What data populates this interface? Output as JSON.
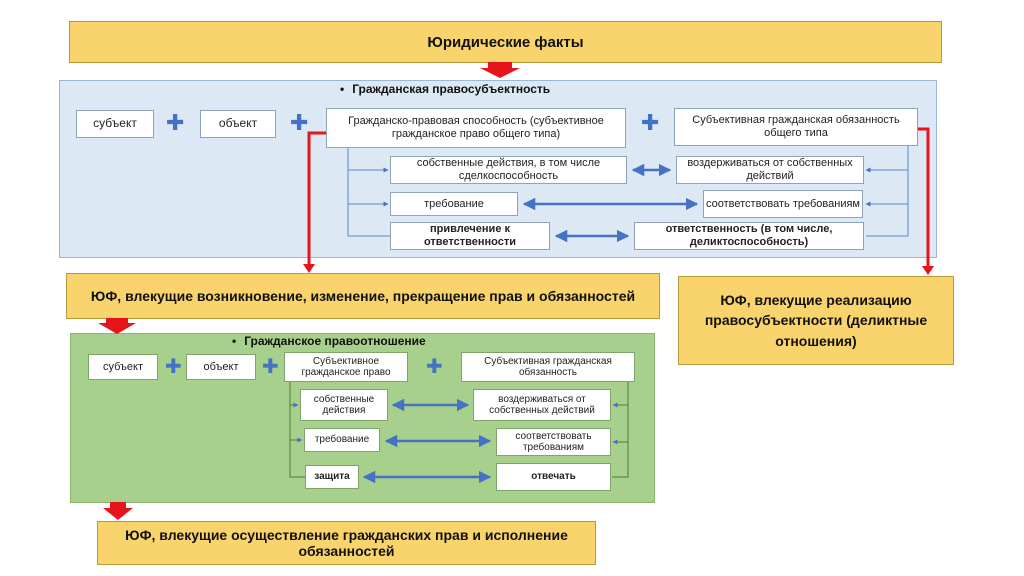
{
  "header": {
    "title": "Юридические факты"
  },
  "capacity_panel": {
    "title": "Гражданская правосубъектность",
    "subject": "субъект",
    "object": "объект",
    "capacity": "Гражданско-правовая способность (субъективное гражданское право общего типа)",
    "duty": "Субъективная гражданская обязанность общего типа",
    "rows": [
      {
        "left": "собственные действия, в том числе сделкоспособность",
        "right": "воздерживаться от собственных действий"
      },
      {
        "left": "требование",
        "right": "соответствовать требованиям"
      },
      {
        "left": "привлечение к ответственности",
        "right": "ответственность (в том числе, деликтоспособность)"
      }
    ]
  },
  "yf_rights": {
    "text": "ЮФ, влекущие возникновение, изменение, прекращение прав и обязанностей"
  },
  "yf_realization": {
    "text": "ЮФ, влекущие реализацию правосубъектности (деликтные отношения)"
  },
  "relation_panel": {
    "title": "Гражданское правоотношение",
    "subject": "субъект",
    "object": "объект",
    "right": "Субъективное гражданское право",
    "duty": "Субъективная гражданская обязанность",
    "rows": [
      {
        "left": "собственные действия",
        "right": "воздерживаться от собственных действий"
      },
      {
        "left": "требование",
        "right": "соответствовать требованиям"
      },
      {
        "left": "защита",
        "right": "отвечать"
      }
    ]
  },
  "yf_exercise": {
    "text": "ЮФ, влекущие осуществление гражданских прав и исполнение обязанностей"
  },
  "colors": {
    "yellow": "#f9d36b",
    "blue_panel": "#dde8f5",
    "green_panel": "#a8d08d",
    "red_arrow": "#e8141b",
    "blue_arrow": "#4472c4"
  }
}
